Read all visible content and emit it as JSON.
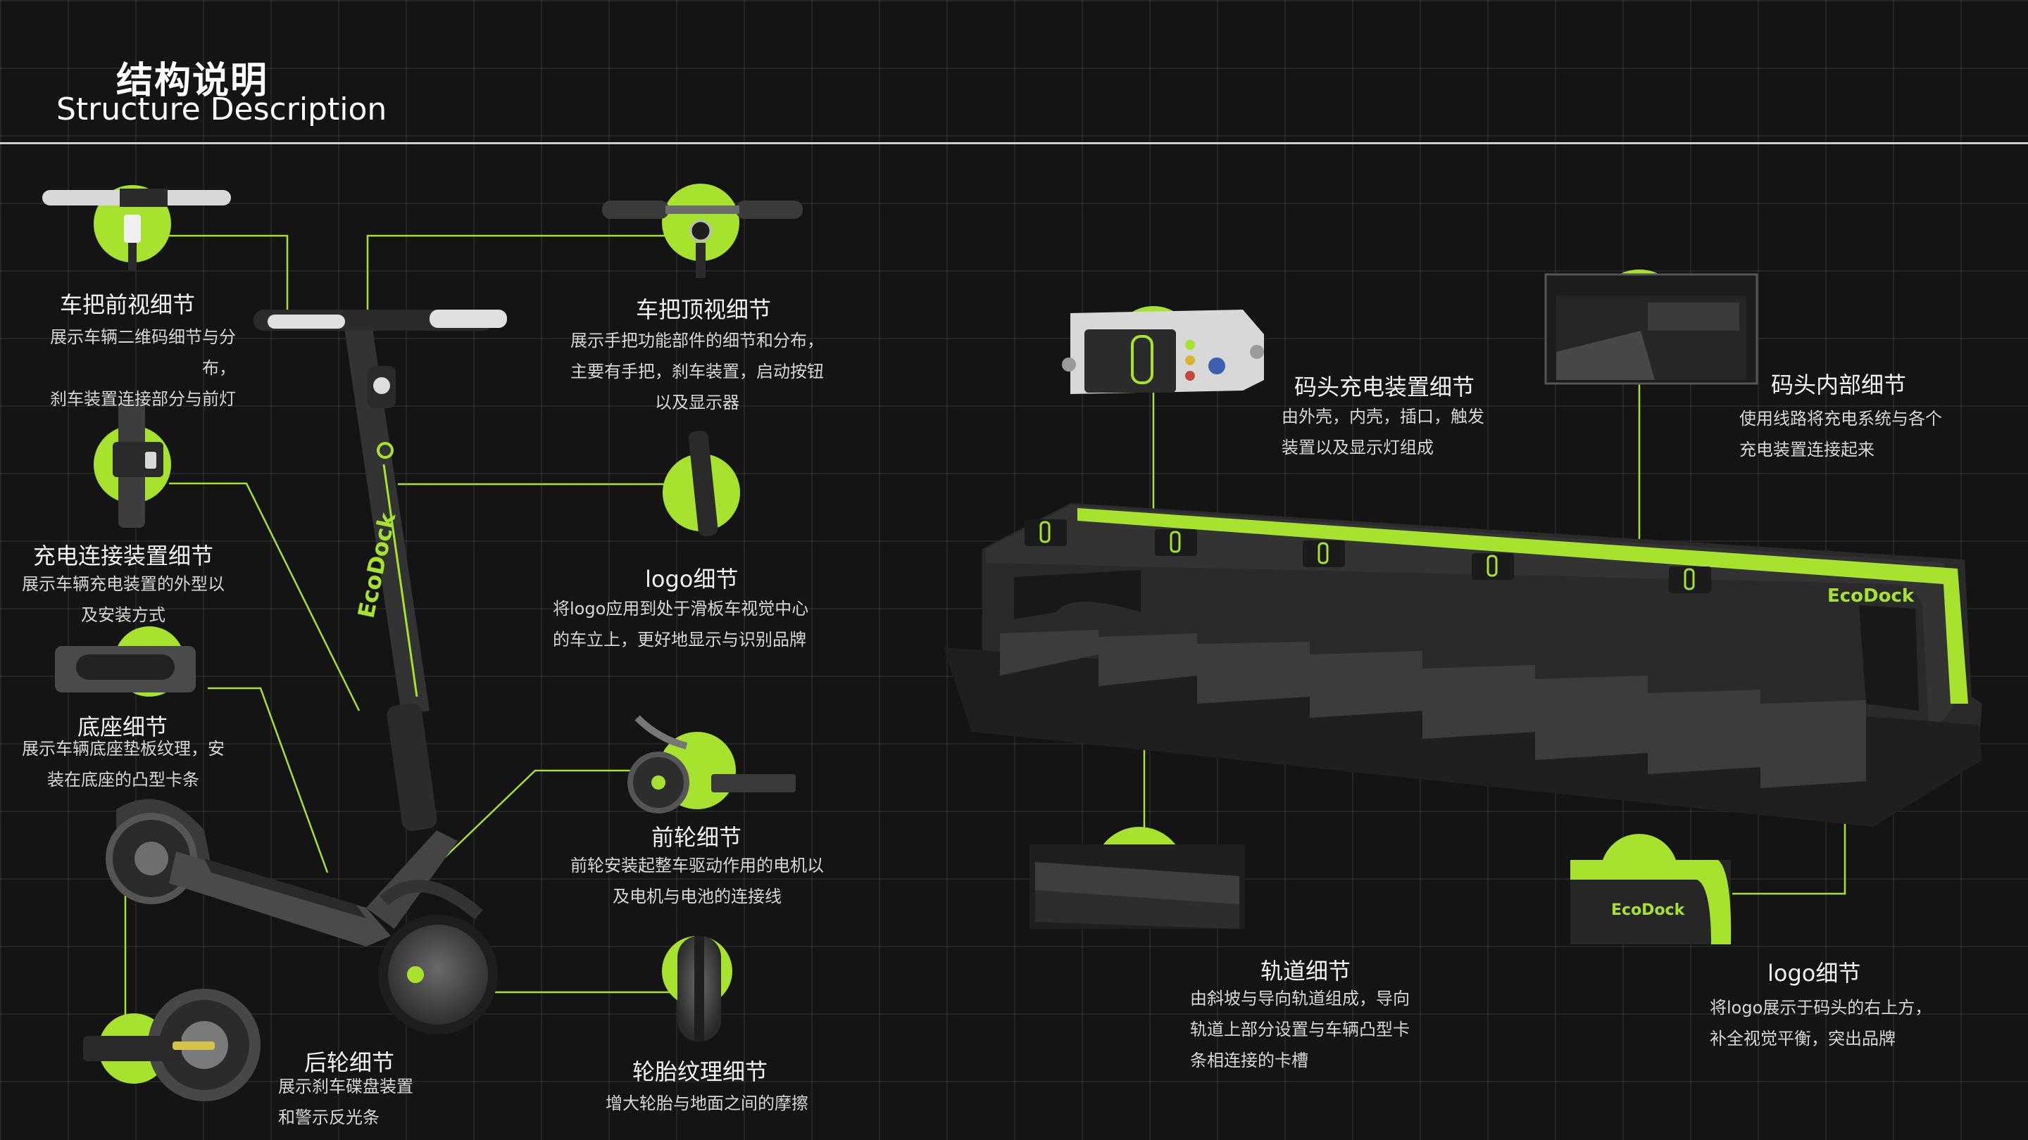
{
  "header": {
    "title_cn": "结构说明",
    "title_en": "Structure Description"
  },
  "brand": {
    "name": "EcoDock",
    "accent": "#a6e22e"
  },
  "scooter_details": {
    "front_handlebar": {
      "label": "车把前视细节",
      "desc": "展示车辆二维码细节与分布，\n刹车装置连接部分与前灯"
    },
    "top_handlebar": {
      "label": "车把顶视细节",
      "desc": "展示手把功能部件的细节和分布，\n主要有手把，刹车装置，启动按钮\n以及显示器"
    },
    "charging_connector": {
      "label": "充电连接装置细节",
      "desc": "展示车辆充电装置的外型以\n及安装方式"
    },
    "logo": {
      "label": "logo细节",
      "desc": "将logo应用到处于滑板车视觉中心\n的车立上，更好地显示与识别品牌"
    },
    "base": {
      "label": "底座细节",
      "desc": "展示车辆底座垫板纹理，安\n装在底座的凸型卡条"
    },
    "front_wheel": {
      "label": "前轮细节",
      "desc": "前轮安装起整车驱动作用的电机以\n及电机与电池的连接线"
    },
    "rear_wheel": {
      "label": "后轮细节",
      "desc": "展示刹车碟盘装置\n和警示反光条"
    },
    "tire_texture": {
      "label": "轮胎纹理细节",
      "desc": "增大轮胎与地面之间的摩擦"
    }
  },
  "dock_details": {
    "charging_unit": {
      "label": "码头充电装置细节",
      "desc": "由外壳，内壳，插口，触发\n装置以及显示灯组成"
    },
    "interior": {
      "label": "码头内部细节",
      "desc": "使用线路将充电系统与各个\n充电装置连接起来"
    },
    "track": {
      "label": "轨道细节",
      "desc": "由斜坡与导向轨道组成，导向\n轨道上部分设置与车辆凸型卡\n条相连接的卡槽"
    },
    "logo": {
      "label": "logo细节",
      "desc": "将logo展示于码头的右上方，\n补全视觉平衡，突出品牌"
    }
  }
}
